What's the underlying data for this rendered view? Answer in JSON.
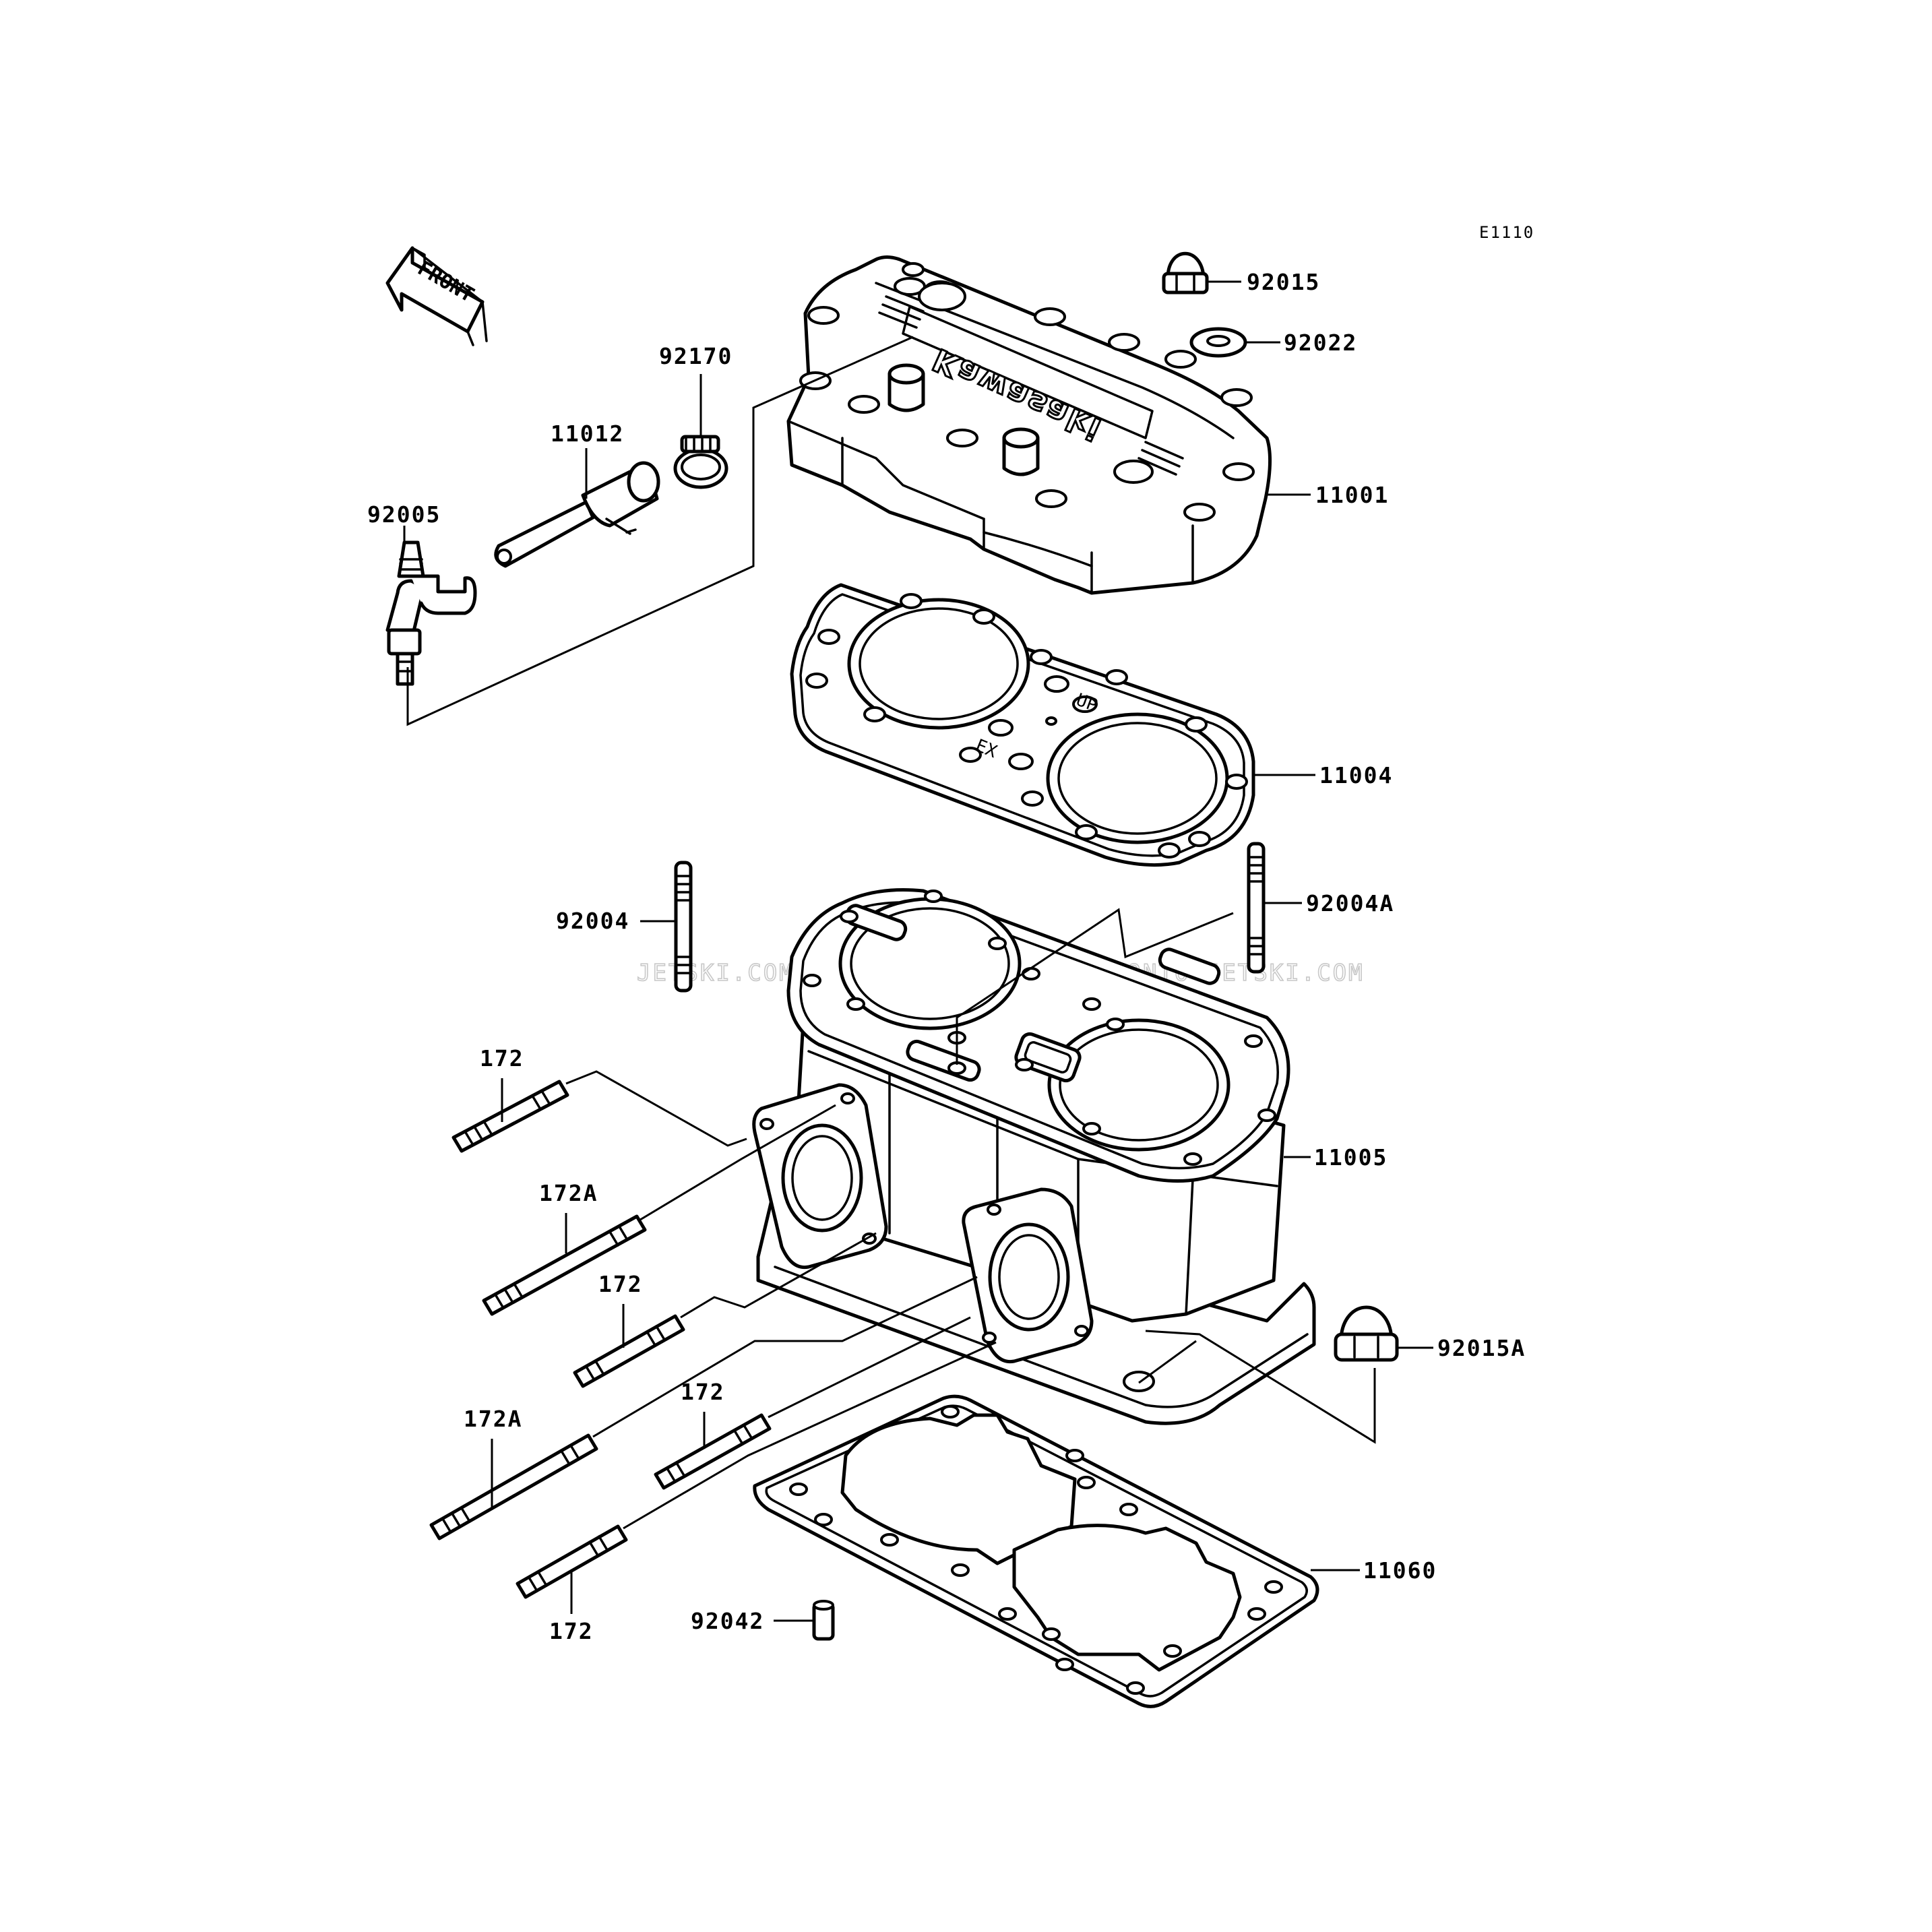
{
  "diagram": {
    "code": "E1110",
    "front_label": "FRONT",
    "watermark": "JETSKI.COM  PRONTO-JETSKI.COM  PRONTO-JETSKI.COM",
    "brand_mark": "Kawasaki",
    "gasket_marks": {
      "up": "UP",
      "ex": "EX"
    }
  },
  "callouts": [
    {
      "id": "92015",
      "label": "92015"
    },
    {
      "id": "92022",
      "label": "92022"
    },
    {
      "id": "92170",
      "label": "92170"
    },
    {
      "id": "11012",
      "label": "11012"
    },
    {
      "id": "92005",
      "label": "92005"
    },
    {
      "id": "11001",
      "label": "11001"
    },
    {
      "id": "11004",
      "label": "11004"
    },
    {
      "id": "92004",
      "label": "92004"
    },
    {
      "id": "92004A",
      "label": "92004A"
    },
    {
      "id": "172-a",
      "label": "172"
    },
    {
      "id": "172A-a",
      "label": "172A"
    },
    {
      "id": "172-b",
      "label": "172"
    },
    {
      "id": "11005",
      "label": "11005"
    },
    {
      "id": "92015A",
      "label": "92015A"
    },
    {
      "id": "172A-b",
      "label": "172A"
    },
    {
      "id": "172-c",
      "label": "172"
    },
    {
      "id": "11060",
      "label": "11060"
    },
    {
      "id": "92042",
      "label": "92042"
    },
    {
      "id": "172-d",
      "label": "172"
    }
  ]
}
